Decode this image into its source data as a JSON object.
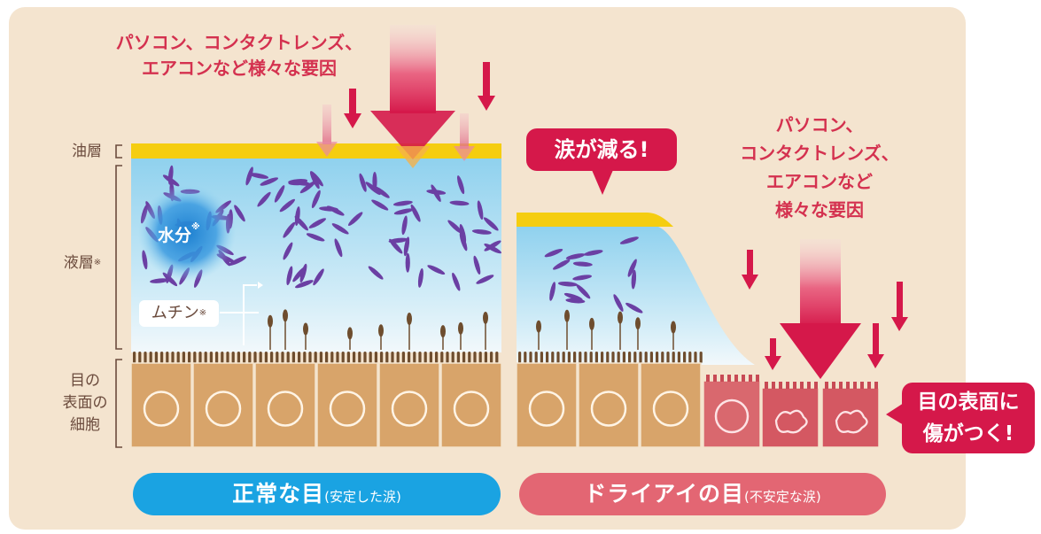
{
  "labels": {
    "oil_layer": "油層",
    "liquid_layer": "液層",
    "liquid_note": "※",
    "cells": [
      "目の",
      "表面の",
      "細胞"
    ]
  },
  "normal": {
    "causes": [
      "パソコン、コンタクトレンズ、",
      "エアコンなど様々な要因"
    ],
    "water": "水分",
    "water_note": "※",
    "mucin": "ムチン",
    "mucin_note": "※",
    "caption_main": "正常な目",
    "caption_sub": "(安定した涙)"
  },
  "dry": {
    "tear_bubble": "涙が減る!",
    "causes": [
      "パソコン、",
      "コンタクトレンズ、",
      "エアコンなど",
      "様々な要因"
    ],
    "damage": [
      "目の表面に",
      "傷がつく!"
    ],
    "caption_main": "ドライアイの目",
    "caption_sub": "(不安定な涙)"
  },
  "colors": {
    "panel_bg": "#f4e4cf",
    "oil": "#f5cd10",
    "water_top": "#9bd6ef",
    "cell_fill": "#d8a46a",
    "damaged_cell": "#d9686e",
    "mucin": "#6e4d2e",
    "molecule": "#6b3fa3",
    "arrow": "#d5184a",
    "normal_caption": "#1aa3e2",
    "dry_caption": "#e36673"
  }
}
